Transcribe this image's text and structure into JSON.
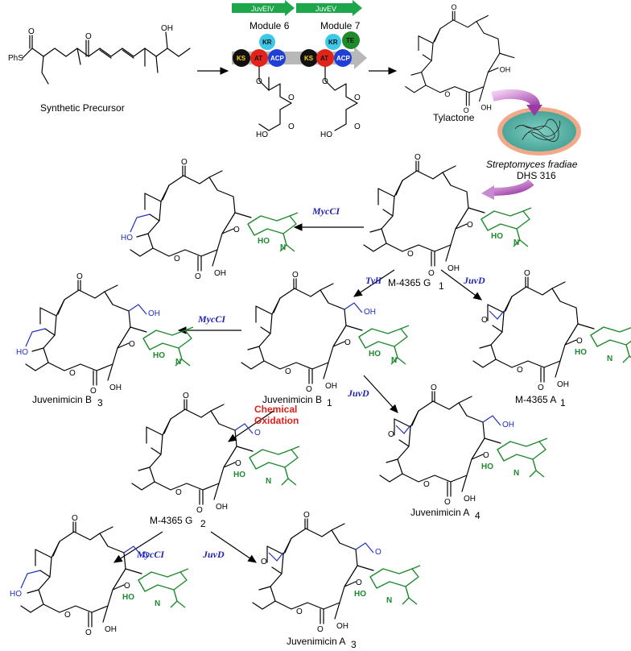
{
  "modules": {
    "juveiv_label": "JuvEIV",
    "juvev_label": "JuvEV",
    "module6_label": "Module 6",
    "module7_label": "Module 7",
    "domains6": [
      "KS",
      "AT",
      "KR",
      "ACP"
    ],
    "domains7": [
      "KS",
      "AT",
      "KR",
      "TE",
      "ACP"
    ]
  },
  "labels": {
    "synthetic_precursor": "Synthetic Precursor",
    "tylactone": "Tylactone",
    "organism_line1": "Streptomyces fradiae",
    "organism_line2": "DHS 316",
    "m4365_g1": "M-4365 G",
    "m4365_g1_sub": "1",
    "juvenimicin_b1": "Juvenimicin B",
    "juvenimicin_b1_sub": "1",
    "juvenimicin_b3": "Juvenimicin B",
    "juvenimicin_b3_sub": "3",
    "m4365_a1": "M-4365 A",
    "m4365_a1_sub": "1",
    "juvenimicin_a4": "Juvenimicin A",
    "juvenimicin_a4_sub": "4",
    "m4365_g2": "M-4365 G",
    "m4365_g2_sub": "2",
    "juvenimicin_a3": "Juvenimicin A",
    "juvenimicin_a3_sub": "3"
  },
  "enzymes": {
    "mycci_1": "MycCI",
    "tyli": "TylI",
    "juvd_1": "JuvD",
    "mycci_2": "MycCI",
    "juvd_2": "JuvD",
    "chem_line1": "Chemical",
    "chem_line2": "Oxidation",
    "mycci_3": "MycCI",
    "juvd_3": "JuvD"
  },
  "atoms": {
    "phs": "PhS",
    "oh": "OH",
    "o": "O",
    "ho": "HO",
    "n": "N"
  },
  "colors": {
    "module_arrow": "#1ea64a",
    "ks": "#111111",
    "at": "#e2231a",
    "kr": "#3ec8e8",
    "acp": "#1f3fd6",
    "te": "#1f8a2a",
    "enzyme_text": "#2323b4",
    "chemical_text": "#e0201b",
    "sugar": "#1c8a2c",
    "hydroxyl_blue": "#1f2fbf",
    "cell_fill": "#58b4a8",
    "cell_ring": "#f2a98a",
    "purple_arrow": "#a24aa8"
  }
}
